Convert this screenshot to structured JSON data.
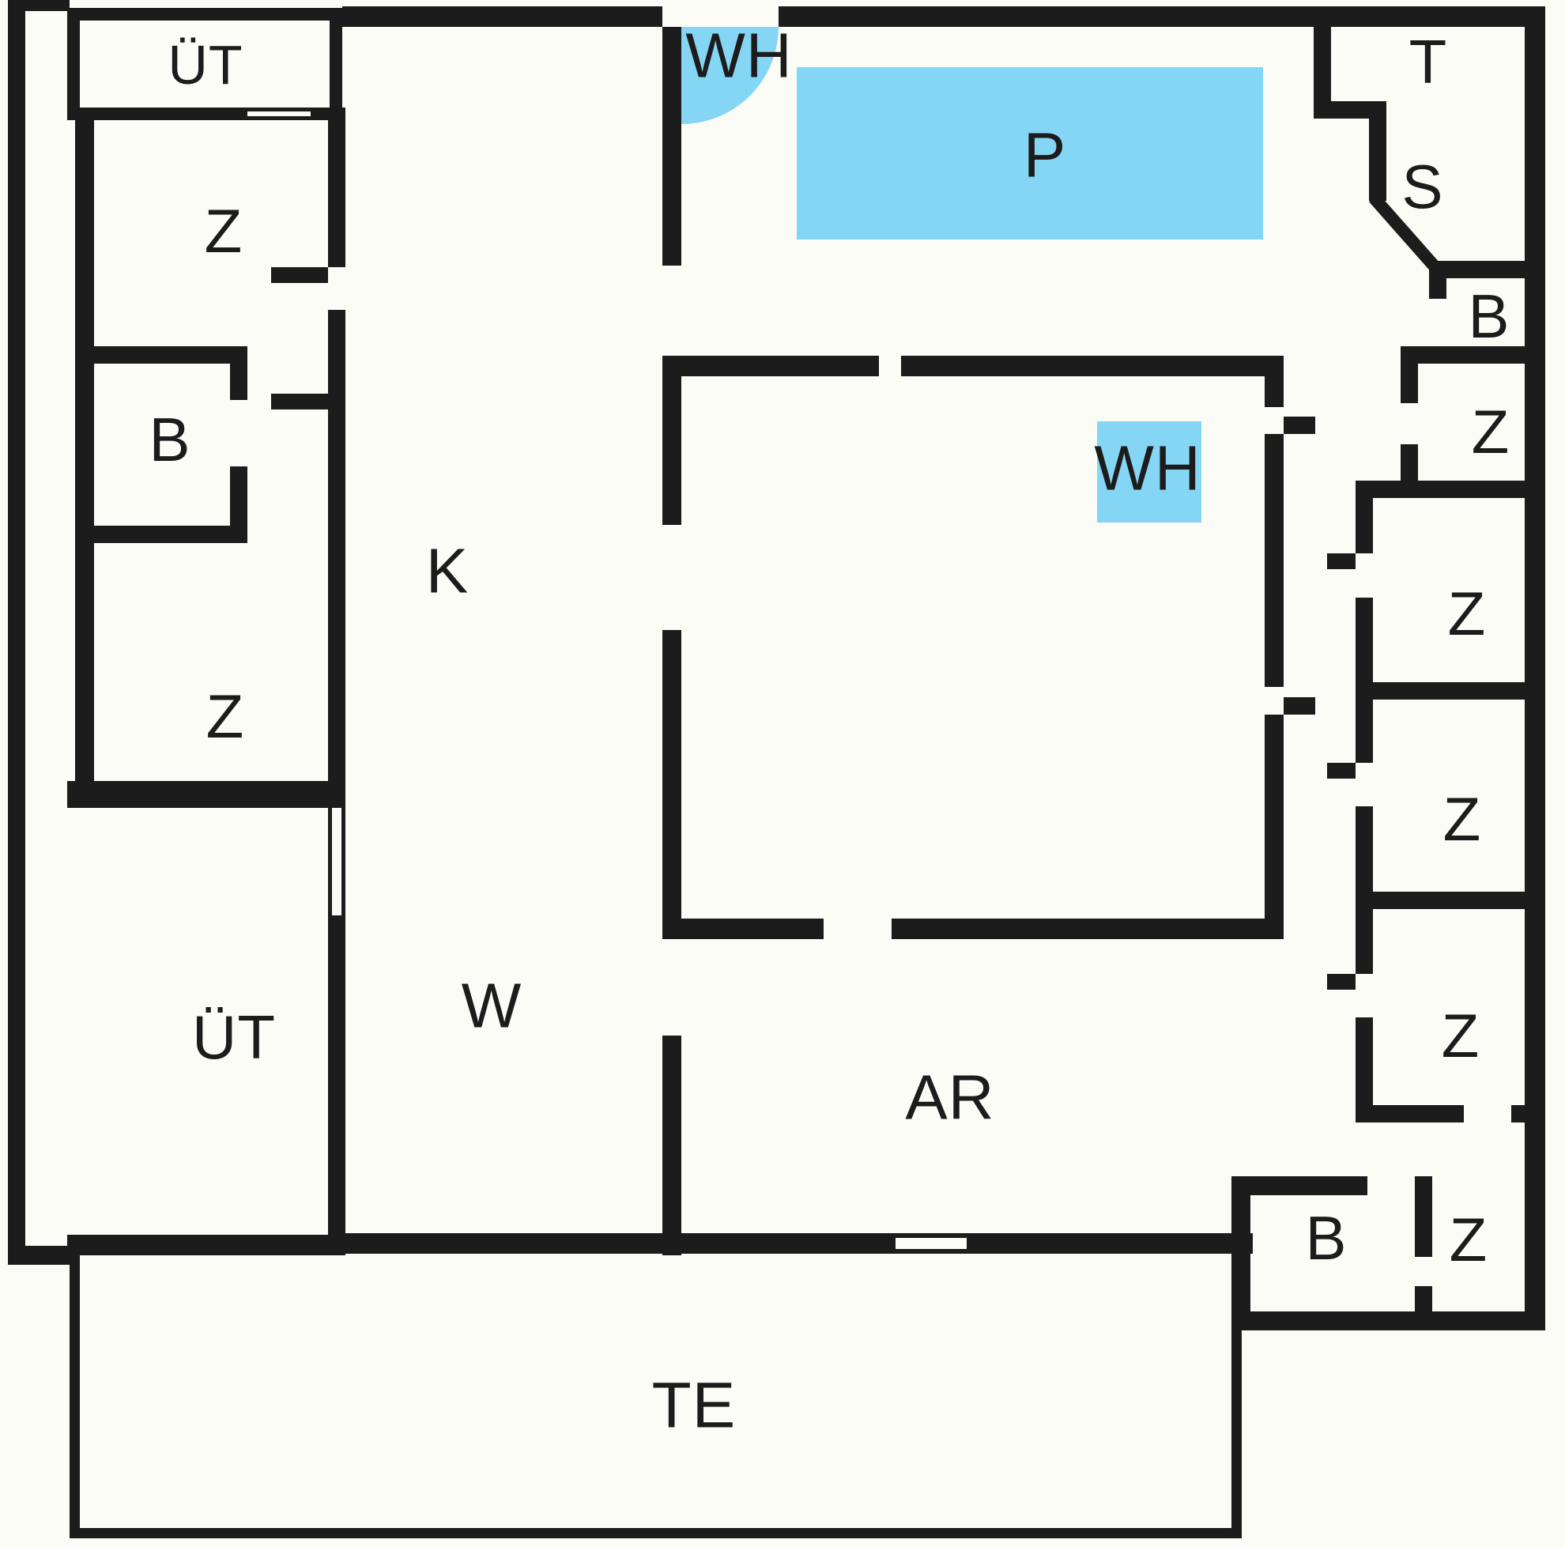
{
  "palette": {
    "wall": "#1c1c1c",
    "background": "#fcfcf6",
    "water": "#85d6f5",
    "text": "#1c1c1c"
  },
  "labels": [
    {
      "id": "ut-upper",
      "text": "ÜT"
    },
    {
      "id": "z-left-1",
      "text": "Z"
    },
    {
      "id": "b-left",
      "text": "B"
    },
    {
      "id": "z-left-2",
      "text": "Z"
    },
    {
      "id": "k-corridor",
      "text": "K"
    },
    {
      "id": "ut-lower",
      "text": "ÜT"
    },
    {
      "id": "w-corridor",
      "text": "W"
    },
    {
      "id": "wh-entrance",
      "text": "WH"
    },
    {
      "id": "p-hall",
      "text": "P"
    },
    {
      "id": "wh-court",
      "text": "WH"
    },
    {
      "id": "ar-room",
      "text": "AR"
    },
    {
      "id": "te-terrace",
      "text": "TE"
    },
    {
      "id": "t-room",
      "text": "T"
    },
    {
      "id": "s-room",
      "text": "S"
    },
    {
      "id": "b-right",
      "text": "B"
    },
    {
      "id": "z-right-small",
      "text": "Z"
    },
    {
      "id": "z-right-1",
      "text": "Z"
    },
    {
      "id": "z-right-2",
      "text": "Z"
    },
    {
      "id": "z-right-3",
      "text": "Z"
    },
    {
      "id": "b-bottom-right",
      "text": "B"
    },
    {
      "id": "z-bottom-right",
      "text": "Z"
    }
  ]
}
